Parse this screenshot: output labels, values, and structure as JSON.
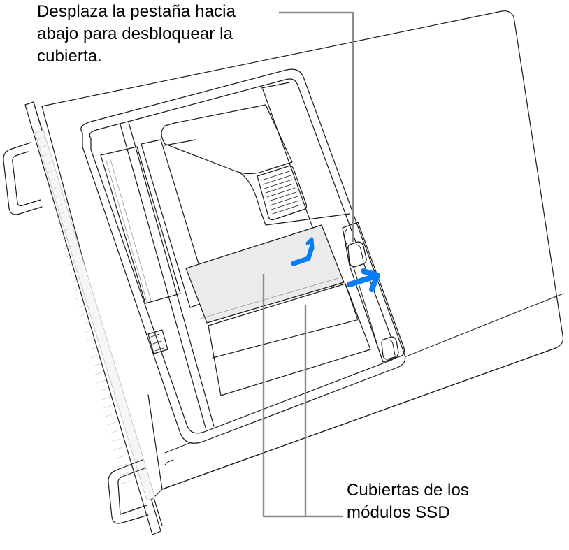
{
  "figure": {
    "subject": "Mac Pro (rack) top view with SSD module covers",
    "colors": {
      "background": "#ffffff",
      "line": "#1a1a1a",
      "light_line": "#9a9a9a",
      "leader_line": "#8a8a8a",
      "highlight_fill": "#ebebeb",
      "arrow": "#0a7df5"
    }
  },
  "callouts": {
    "top": {
      "lines": [
        "Desplaza la pestaña hacia",
        "abajo para desbloquear la",
        "cubierta."
      ],
      "target": "latch-tab"
    },
    "bottom": {
      "lines": [
        "Cubiertas de los",
        "módulos SSD"
      ],
      "target": "ssd-module-covers"
    }
  },
  "arrows": [
    {
      "name": "cover-lift-arrow",
      "direction": "up-then-right",
      "color": "#0a7df5"
    },
    {
      "name": "slide-arrow",
      "direction": "right",
      "color": "#0a7df5"
    }
  ]
}
